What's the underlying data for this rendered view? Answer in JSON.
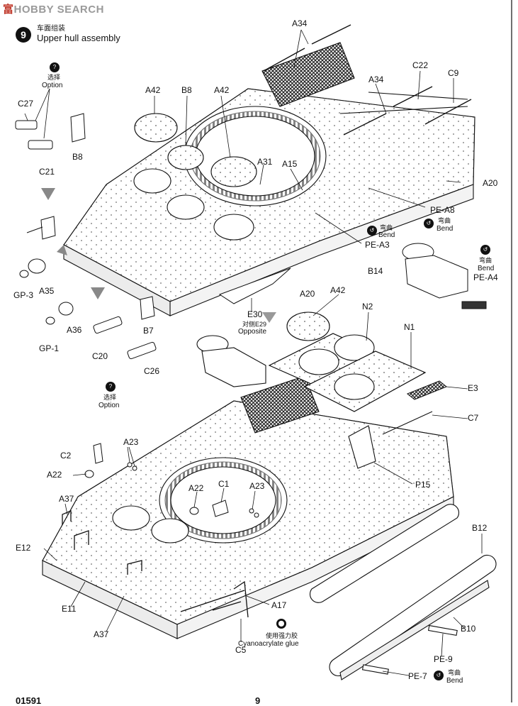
{
  "watermark": {
    "part1": "富",
    "part2": "HOBBY SEARCH"
  },
  "step": {
    "number": "9",
    "title_cn": "车面组装",
    "title_en": "Upper hull assembly"
  },
  "parts": {
    "A34_top": "A34",
    "A42_left": "A42",
    "B8_top": "B8",
    "A42_mid": "A42",
    "A34_mid": "A34",
    "C22": "C22",
    "C9": "C9",
    "C27": "C27",
    "C21": "C21",
    "B8_left": "B8",
    "A31": "A31",
    "A15": "A15",
    "A20_right": "A20",
    "PE_A8": "PE-A8",
    "PE_A3": "PE-A3",
    "B14": "B14",
    "PE_A4": "PE-A4",
    "GP3": "GP-3",
    "A35": "A35",
    "A20_low": "A20",
    "E30": "E30",
    "A36": "A36",
    "B7": "B7",
    "GP1": "GP-1",
    "C20": "C20",
    "C26": "C26",
    "A42_lower": "A42",
    "N2": "N2",
    "N1": "N1",
    "E3": "E3",
    "C7": "C7",
    "C2": "C2",
    "A23_left": "A23",
    "A22_left": "A22",
    "A37_top": "A37",
    "A22_mid": "A22",
    "C1": "C1",
    "A23_mid": "A23",
    "P15": "P15",
    "E12": "E12",
    "E11": "E11",
    "A17": "A17",
    "B12": "B12",
    "A37_bottom": "A37",
    "C5": "C5",
    "B10": "B10",
    "PE9": "PE-9",
    "PE7": "PE-7"
  },
  "notes": {
    "option_cn": "选择",
    "option_en": "Option",
    "bend_cn": "弯曲",
    "bend_en": "Bend",
    "opposite_cn": "对侧E29",
    "opposite_en": "Opposite",
    "glue_cn": "使用强力胶",
    "glue_en": "Cyanoacrylate glue"
  },
  "page": {
    "left_number": "01591",
    "right_number": "9"
  }
}
